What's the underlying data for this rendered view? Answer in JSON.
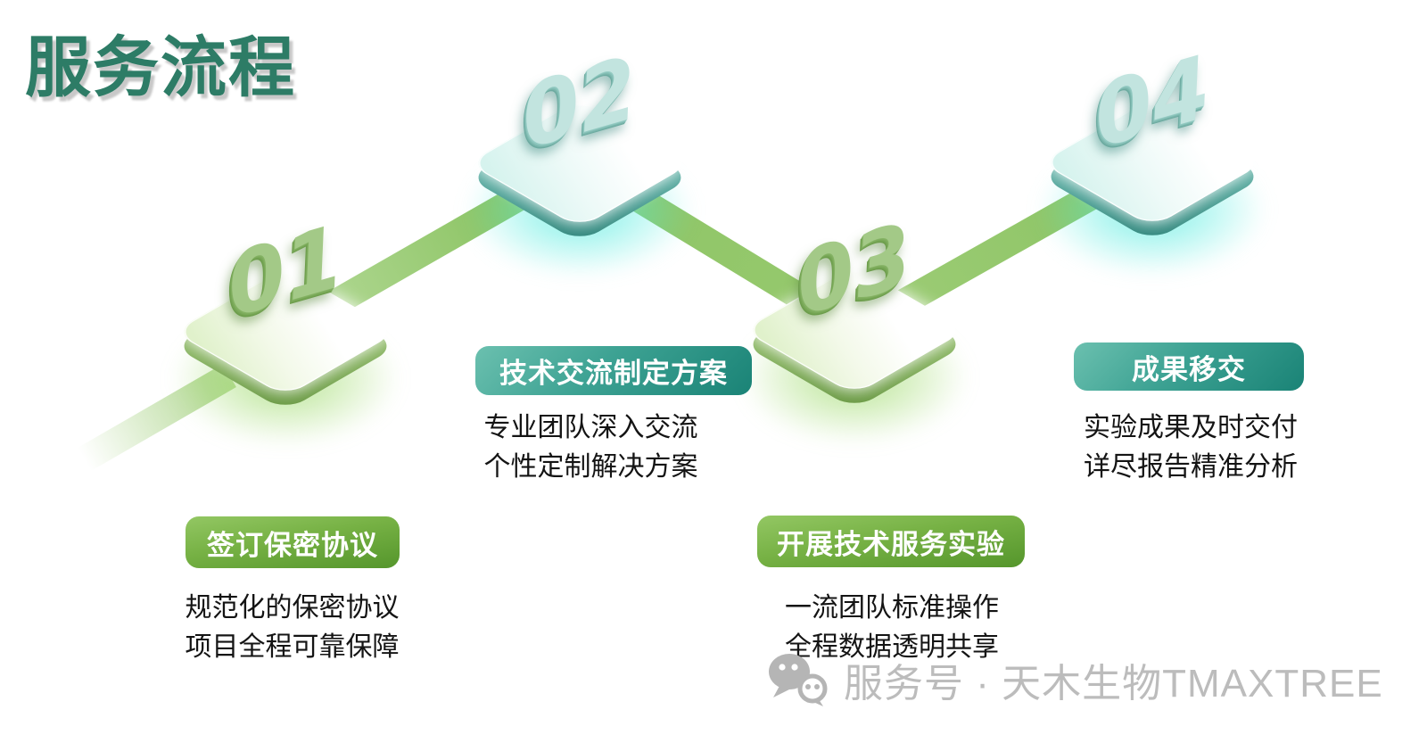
{
  "title": {
    "text": "服务流程",
    "color": "#2d7c66"
  },
  "steps": [
    {
      "number": "01",
      "theme": "green",
      "badge": "签订保密协议",
      "desc_line1": "规范化的保密协议",
      "desc_line2": "项目全程可靠保障"
    },
    {
      "number": "02",
      "theme": "teal",
      "badge": "技术交流制定方案",
      "desc_line1": "专业团队深入交流",
      "desc_line2": "个性定制解决方案"
    },
    {
      "number": "03",
      "theme": "green",
      "badge": "开展技术服务实验",
      "desc_line1": "一流团队标准操作",
      "desc_line2": "全程数据透明共享"
    },
    {
      "number": "04",
      "theme": "teal",
      "badge": "成果移交",
      "desc_line1": "实验成果及时交付",
      "desc_line2": "详尽报告精准分析"
    }
  ],
  "watermark": {
    "icon": "wechat-icon",
    "text": "服务号 · 天木生物TMAXTREE"
  },
  "colors": {
    "title": "#2d7c66",
    "green_badge_top": "#93c763",
    "green_badge_bottom": "#55962c",
    "teal_badge_light": "#6bc0af",
    "teal_badge_dark": "#1a8376",
    "ribbon_green": "#8ec566",
    "description_text": "#141414",
    "watermark_gray": "#bcbcbc"
  }
}
